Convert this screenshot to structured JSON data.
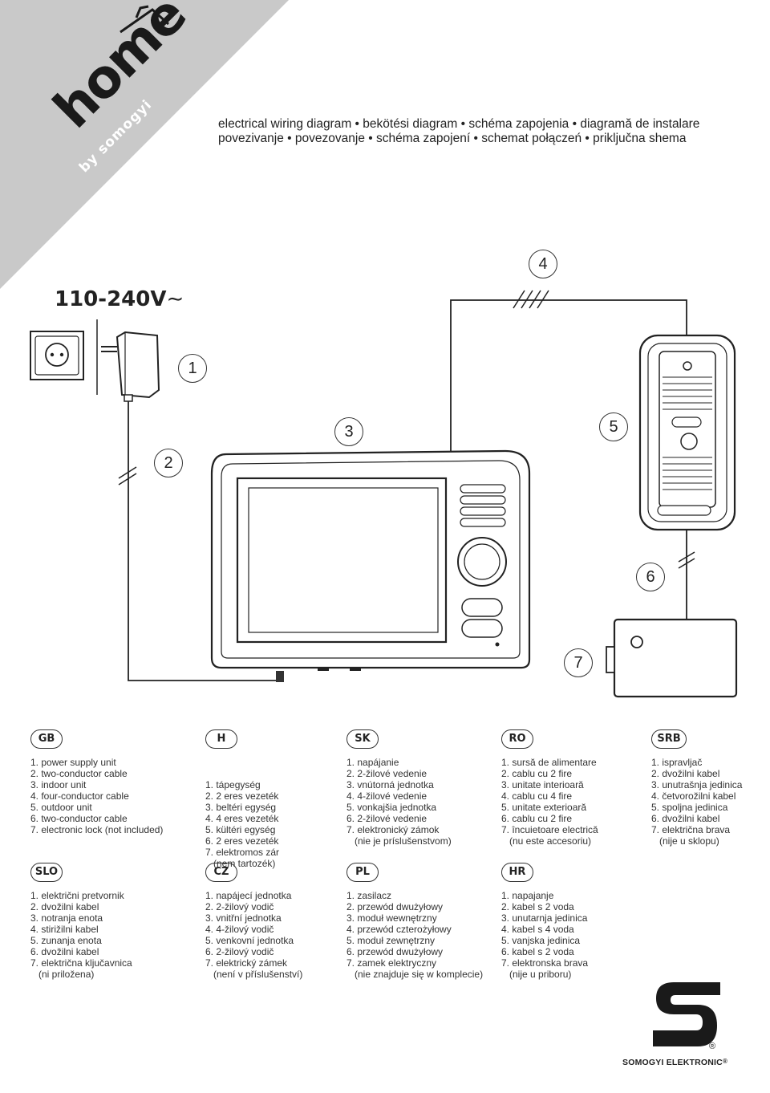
{
  "brand": {
    "logo_main": "home",
    "logo_sub": "by somogyi",
    "company": "SOMOGYI ELEKTRONIC",
    "registered": "®"
  },
  "title": {
    "line1": "electrical wiring diagram • bekötési diagram • schéma zapojenia • diagramă de instalare",
    "line2": "povezivanje • povezovanje • schéma zapojení • schemat połączeń • priključna shema"
  },
  "diagram": {
    "voltage_label": "110-240V",
    "callouts": [
      "1",
      "2",
      "3",
      "4",
      "5",
      "6",
      "7"
    ]
  },
  "languages": [
    {
      "code": "GB",
      "items": [
        "1. power supply unit",
        "2. two-conductor cable",
        "3. indoor unit",
        "4. four-conductor cable",
        "5. outdoor unit",
        "6. two-conductor cable",
        "7. electronic lock (not included)"
      ]
    },
    {
      "code": "H",
      "items": [
        "1. tápegység",
        "2. 2 eres vezeték",
        "3. beltéri egység",
        "4. 4 eres vezeték",
        "5. kültéri egység",
        "6. 2 eres vezeték",
        "7. elektromos zár",
        "   (nem tartozék)"
      ]
    },
    {
      "code": "SK",
      "items": [
        "1. napájanie",
        "2. 2-žilové vedenie",
        "3. vnútorná jednotka",
        "4. 4-žilové vedenie",
        "5. vonkajšia jednotka",
        "6. 2-žilové vedenie",
        "7. elektronický zámok",
        "   (nie je príslušenstvom)"
      ]
    },
    {
      "code": "RO",
      "items": [
        "1. sursă de alimentare",
        "2. cablu cu 2 fire",
        "3. unitate interioară",
        "4. cablu cu 4 fire",
        "5. unitate exterioară",
        "6. cablu cu 2 fire",
        "7. încuietoare electrică",
        "   (nu este accesoriu)"
      ]
    },
    {
      "code": "SRB",
      "items": [
        "1. ispravljač",
        "2. dvožilni kabel",
        "3. unutrašnja jedinica",
        "4. četvorožilni kabel",
        "5. spoljna jedinica",
        "6. dvožilni kabel",
        "7. električna brava",
        "   (nije u sklopu)"
      ]
    },
    {
      "code": "SLO",
      "items": [
        "1. električni pretvornik",
        "2. dvožilni kabel",
        "3. notranja enota",
        "4. stirižilni kabel",
        "5. zunanja enota",
        "6. dvožilni kabel",
        "7. električna ključavnica",
        "   (ni priložena)"
      ]
    },
    {
      "code": "CZ",
      "items": [
        "1. napájecí jednotka",
        "2. 2-žilový vodič",
        "3. vnitřní jednotka",
        "4. 4-žilový vodič",
        "5. venkovní jednotka",
        "6. 2-žilový vodič",
        "7. elektrický zámek",
        "   (není v příslušenství)"
      ]
    },
    {
      "code": "PL",
      "items": [
        "1. zasilacz",
        "2. przewód dwużyłowy",
        "3. moduł wewnętrzny",
        "4. przewód czterożyłowy",
        "5. moduł zewnętrzny",
        "6. przewód dwużyłowy",
        "7. zamek elektryczny",
        "   (nie znajduje się w komplecie)"
      ]
    },
    {
      "code": "HR",
      "items": [
        "1. napajanje",
        "2. kabel s 2 voda",
        "3. unutarnja jedinica",
        "4. kabel s 4 voda",
        "5. vanjska jedinica",
        "6. kabel s 2 voda",
        "7. elektronska brava",
        "   (nije u priboru)"
      ]
    }
  ]
}
